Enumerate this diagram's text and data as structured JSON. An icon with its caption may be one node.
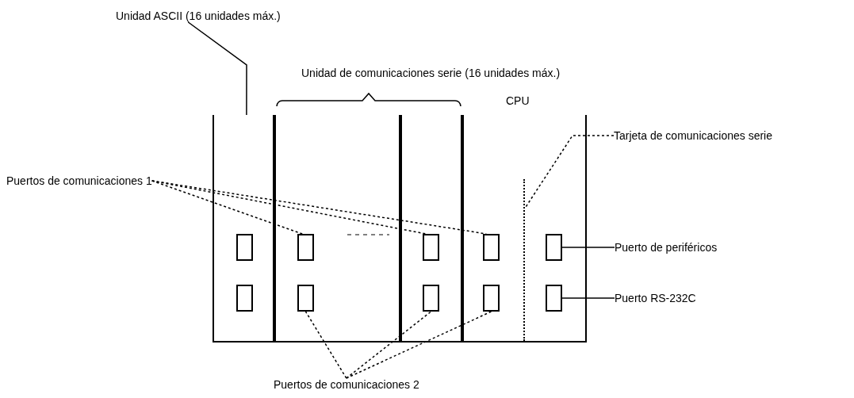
{
  "diagram": {
    "nodes": [
      {
        "text": [
          "Unidad ASCII (16 unidades máx.)"
        ]
      },
      {
        "text": [],
        "shape": "box"
      },
      {
        "text": [],
        "shape": "box"
      },
      {
        "text": [],
        "shape": "box"
      },
      {
        "text": [
          "CPU"
        ]
      },
      {
        "text": [],
        "shape": "box",
        "in": 4
      },
      {
        "text": [],
        "shape": "box",
        "in": 1
      },
      {
        "text": [],
        "shape": "box",
        "in": 1
      },
      {
        "text": [],
        "shape": "box",
        "in": 2
      },
      {
        "text": [],
        "shape": "box",
        "in": 2
      },
      {
        "text": [],
        "shape": "box",
        "in": 3
      },
      {
        "text": [],
        "shape": "box",
        "in": 3
      },
      {
        "text": [],
        "shape": "box",
        "in": 5
      },
      {
        "text": [],
        "shape": "box",
        "in": 5
      },
      {
        "text": [],
        "shape": "box",
        "in": 4
      },
      {
        "text": [],
        "shape": "box",
        "in": 4
      },
      {
        "text": [
          "Puertos de comunicaciones 1"
        ]
      },
      {
        "text": [
          "Tarjeta de comunicaciones serie"
        ]
      },
      {
        "text": [
          "Puerto de periféricos"
        ]
      },
      {
        "text": [
          "Puerto RS-232C"
        ]
      },
      {
        "text": [
          "Puertos de comunicaciones 2"
        ]
      }
    ],
    "edges": [
      {
        "from": 0,
        "to": 1,
        "arrow": "none"
      },
      {
        "from": 16,
        "to": 8,
        "arrow": "none",
        "style": "dashed"
      },
      {
        "from": 16,
        "to": 10,
        "arrow": "none",
        "style": "dashed"
      },
      {
        "from": 16,
        "to": 12,
        "arrow": "none",
        "style": "dashed"
      },
      {
        "from": 17,
        "to": 5,
        "arrow": "none",
        "style": "dashed"
      },
      {
        "from": 18,
        "to": 14,
        "arrow": "none"
      },
      {
        "from": 19,
        "to": 15,
        "arrow": "none"
      },
      {
        "from": 20,
        "to": 9,
        "arrow": "none",
        "style": "dashed"
      },
      {
        "from": 20,
        "to": 11,
        "arrow": "none",
        "style": "dashed"
      },
      {
        "from": 20,
        "to": 13,
        "arrow": "none",
        "style": "dashed"
      }
    ],
    "labels": [
      "Unidad de comunicaciones serie (16 unidades máx.)"
    ]
  }
}
